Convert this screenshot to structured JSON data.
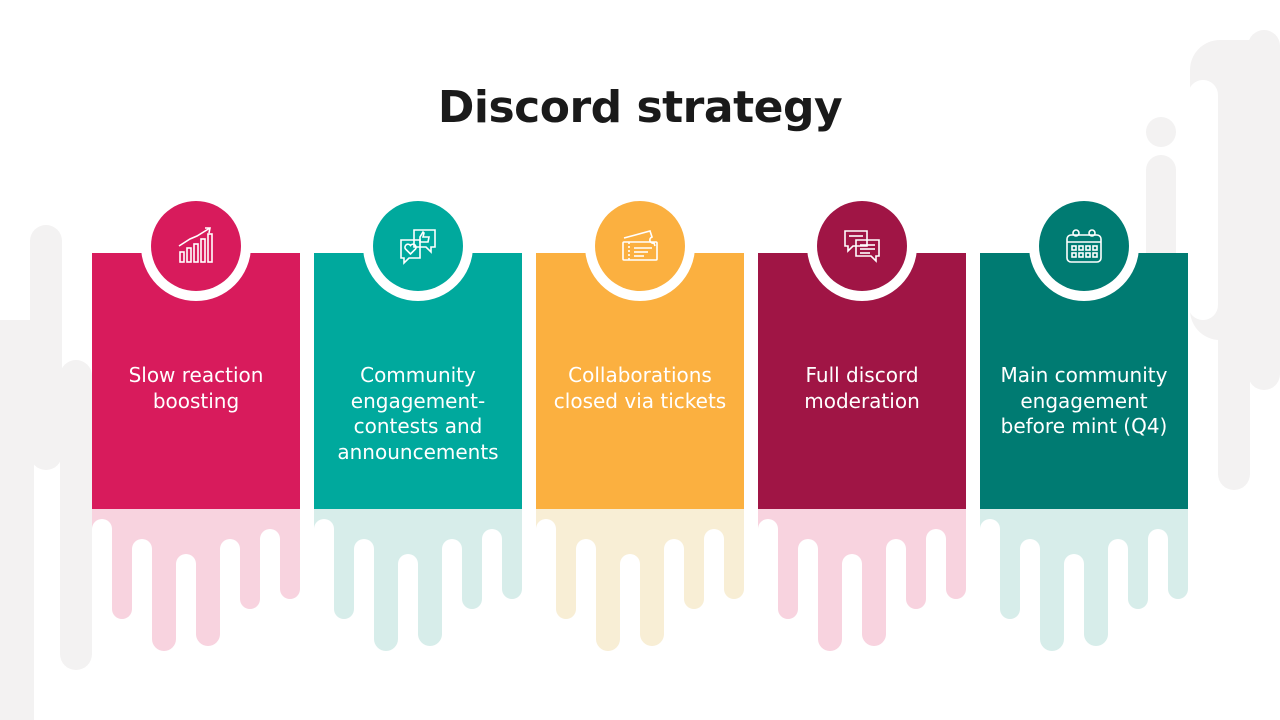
{
  "title": "Discord strategy",
  "colors": {
    "pink": "#D81B5C",
    "teal": "#00A99D",
    "orange": "#FBB040",
    "maroon": "#A01545",
    "dark_teal": "#007B72",
    "background_drip": "#F3F2F2"
  },
  "cards": [
    {
      "label_lines": [
        "Slow reaction",
        "boosting"
      ],
      "icon": "growth-chart-icon",
      "color": "#D81B5C",
      "drip_color": "#F8D3DF"
    },
    {
      "label_lines": [
        "Community",
        "engagement-",
        "contests and",
        "announcements"
      ],
      "icon": "chat-heart-like-icon",
      "color": "#00A99D",
      "drip_color": "#D7EDEA"
    },
    {
      "label_lines": [
        "Collaborations",
        "closed via tickets"
      ],
      "icon": "tickets-icon",
      "color": "#FBB040",
      "drip_color": "#F8EED5"
    },
    {
      "label_lines": [
        "Full discord",
        "moderation"
      ],
      "icon": "chat-bubbles-icon",
      "color": "#A01545",
      "drip_color": "#F8D3DF"
    },
    {
      "label_lines": [
        "Main community",
        "engagement",
        "before mint (Q4)"
      ],
      "icon": "calendar-icon",
      "color": "#007B72",
      "drip_color": "#D7EDEA"
    }
  ]
}
